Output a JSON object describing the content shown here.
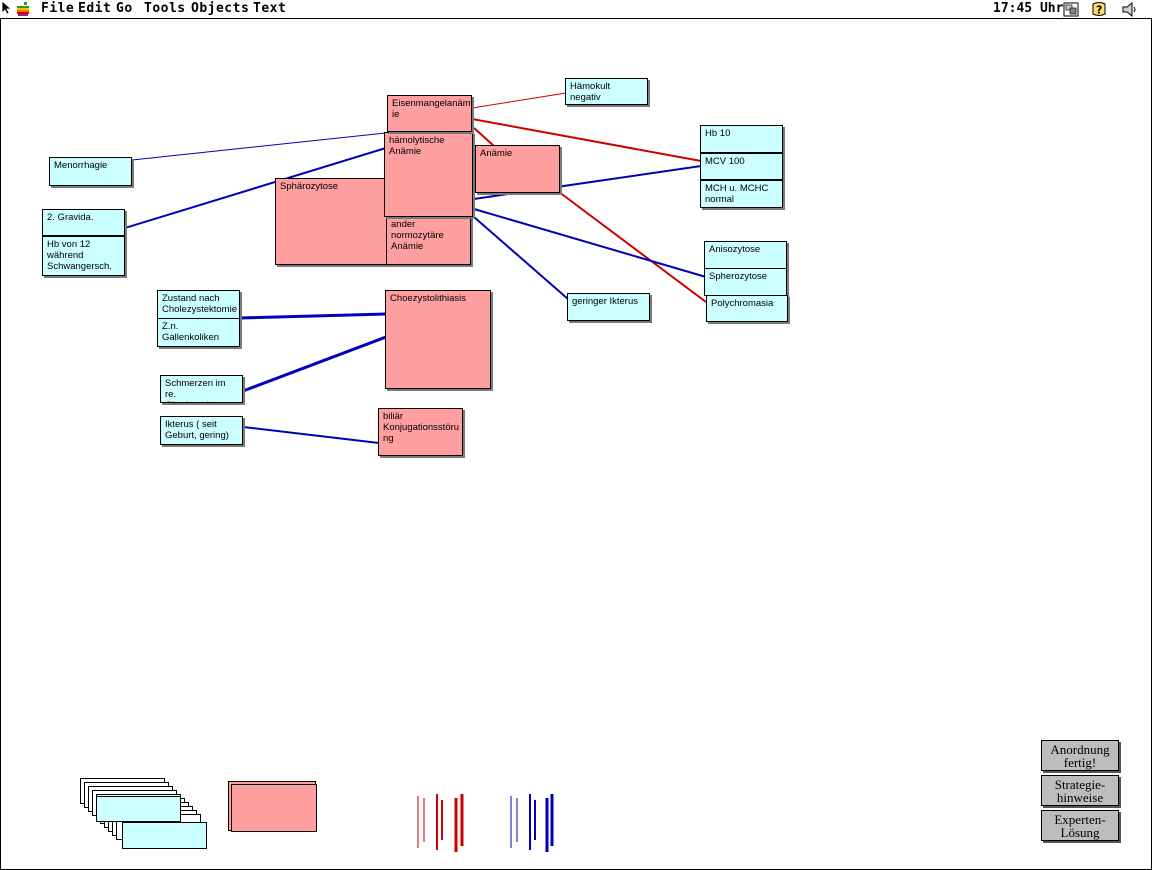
{
  "menubar": {
    "items": [
      "File",
      "Edit",
      "Go",
      "Tools",
      "Objects",
      "Text"
    ],
    "clock": "17:45 Uhr",
    "icons": [
      "apple-icon",
      "app-switcher-icon",
      "help-icon",
      "speaker-icon"
    ]
  },
  "cards": {
    "eisenmangel": "Eisenmangelanäm\nie",
    "haemokult": "Hämokult negativ",
    "menorrhagie": "Menorrhagie",
    "haemolytische": "hämolytische\nAnämie",
    "anaemie": "Anämie",
    "hb10": "Hb 10",
    "mcv100": "MCV 100",
    "mch": "MCH u. MCHC\nnormal",
    "gravida": "2. Gravida.",
    "hb12": "Hb von 12\nwährend\nSchwangersch.",
    "sphaerozytose": "Sphärozytose",
    "andere": "ander\nnormozytäre\nAnämie",
    "anisozytose": "Anisozytose",
    "spherozytose": "Spherozytose",
    "polychromasia": "Polychromasia",
    "ikterus_gering": "geringer Ikterus",
    "cholezystektomie": "Zustand nach\nCholezystektomie",
    "gallenkoliken": "Z.n. Gallenkoliken",
    "choezystolithiasis": "Choezystolithiasis",
    "schmerzen": "Schmerzen im re.\nOberbauch",
    "ikterus_geburt": "Ikterus ( seit\nGeburt, gering)",
    "biliaer": "biliär\nKonjugationsstöru\nng"
  },
  "buttons": {
    "anordnung": "Anordnung\nfertig!",
    "strategie": "Strategie-\nhinweise",
    "experten": "Experten-\nLösung"
  },
  "colors": {
    "finding": "#ccffff",
    "hypothesis": "#ff9f9f",
    "red_link": "#cc0000",
    "blue_link": "#0000bb"
  }
}
